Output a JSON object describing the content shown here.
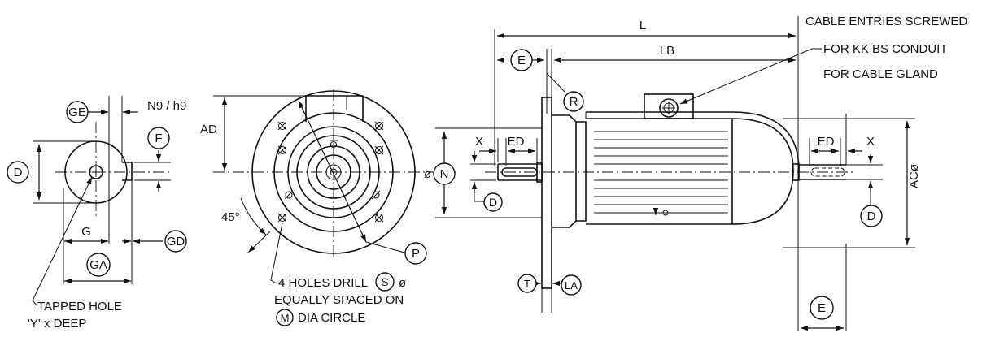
{
  "diagram": {
    "labels": {
      "ge": "GE",
      "n9h9": "N9 / h9",
      "f": "F",
      "d_left": "D",
      "g": "G",
      "ga": "GA",
      "gd": "GD",
      "tapped_1": "TAPPED HOLE",
      "tapped_2": "'Y' x DEEP",
      "ad": "AD",
      "deg45": "45°",
      "p": "P",
      "holes_1": "4 HOLES DRILL",
      "s": "S",
      "phi_s": "ø",
      "holes_2": "EQUALLY SPACED ON",
      "m": "M",
      "holes_3": "DIA CIRCLE",
      "l": "L",
      "lb": "LB",
      "e_top": "E",
      "r": "R",
      "cable_1": "CABLE ENTRIES SCREWED",
      "cable_2": "FOR KK BS CONDUIT",
      "cable_3": "FOR CABLE GLAND",
      "x_left": "X",
      "ed_left": "ED",
      "phi_n": "ø",
      "n": "N",
      "d_shaft": "D",
      "t": "T",
      "la": "LA",
      "ed_right": "ED",
      "x_right": "X",
      "ac": "ACø",
      "d_right": "D",
      "e_bottom": "E"
    }
  }
}
